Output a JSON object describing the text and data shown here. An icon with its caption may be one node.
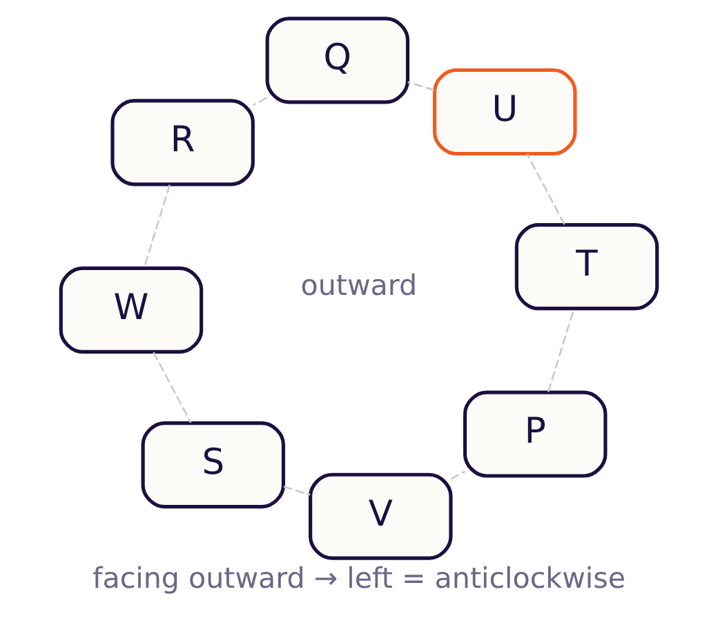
{
  "diagram": {
    "caption": "facing outward → left = anticlockwise",
    "nodes": [
      {
        "text": [
          "W"
        ]
      },
      {
        "text": [
          "R"
        ]
      },
      {
        "text": [
          "S"
        ]
      },
      {
        "text": [
          "Q"
        ]
      },
      {
        "text": [
          "V"
        ]
      },
      {
        "text": [
          "U"
        ]
      },
      {
        "text": [
          "P"
        ]
      },
      {
        "text": [
          "T"
        ]
      }
    ],
    "edges": [
      {
        "from": 0,
        "to": 2,
        "arrow": "none",
        "style": "dashed"
      },
      {
        "from": 2,
        "to": 4,
        "arrow": "none",
        "style": "dashed"
      },
      {
        "from": 4,
        "to": 6,
        "arrow": "none",
        "style": "dashed"
      },
      {
        "from": 6,
        "to": 7,
        "arrow": "none",
        "style": "dashed"
      },
      {
        "from": 7,
        "to": 5,
        "arrow": "none",
        "style": "dashed"
      },
      {
        "from": 5,
        "to": 3,
        "arrow": "none",
        "style": "dashed"
      },
      {
        "from": 3,
        "to": 1,
        "arrow": "none",
        "style": "dashed"
      },
      {
        "from": 1,
        "to": 0,
        "arrow": "none",
        "style": "dashed"
      }
    ],
    "labels": [
      "outward"
    ]
  }
}
